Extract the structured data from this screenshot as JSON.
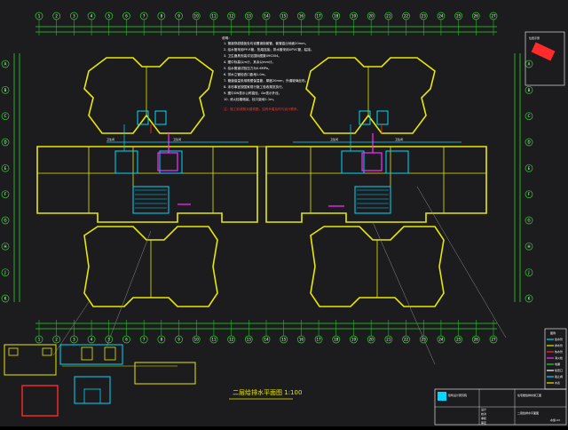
{
  "drawing": {
    "title": "二层给排水平面图 1:100",
    "colors": {
      "background": "#1c1c1e",
      "wall": "#e8e800",
      "axis": "#29d629",
      "pipe_cyan": "#00d8ff",
      "pipe_magenta": "#ff2bff",
      "pipe_red": "#ff2a2a",
      "text": "#ffffff"
    },
    "axis_top": [
      "1",
      "2",
      "3",
      "4",
      "5",
      "6",
      "7",
      "8",
      "9",
      "10",
      "11",
      "12",
      "13",
      "14",
      "15",
      "16",
      "17",
      "18",
      "19",
      "20",
      "21",
      "22",
      "23",
      "24",
      "25",
      "26",
      "27"
    ],
    "axis_bottom": [
      "1",
      "2",
      "3",
      "4",
      "5",
      "6",
      "7",
      "8",
      "9",
      "10",
      "11",
      "12",
      "13",
      "14",
      "15",
      "16",
      "17",
      "18",
      "19",
      "20",
      "21",
      "22",
      "23",
      "24",
      "25",
      "26",
      "27"
    ],
    "axis_left": [
      "A",
      "B",
      "C",
      "D",
      "E",
      "F",
      "G",
      "H",
      "J",
      "K"
    ],
    "axis_right": [
      "A",
      "B",
      "C",
      "D",
      "E",
      "F",
      "G",
      "H",
      "J",
      "K"
    ],
    "notes": {
      "heading": "说明：",
      "lines": [
        "1. 管道穿越楼板处均设置钢制套管，套管高出地面20mm。",
        "2. 给水管采用PP-R管，热熔连接；排水管采用UPVC管，粘接。",
        "3. 卫生器具安装详见国标图集09S304。",
        "4. 图中标高以m计，其余以mm计。",
        "5. 给水管道试验压力为0.6MPa。",
        "6. 排水立管检查口距地1.0m。",
        "7. 管道保温采用橡塑保温管，厚度20mm，外缠玻璃丝布。",
        "8. 未尽事宜按国家现行施工验收规范执行。",
        "9. 图中DN表示公称直径，De表示外径。",
        "10. 消火栓箱暗装，栓口距地1.1m。"
      ],
      "red_line": "注：施工前请核对建筑图，如有矛盾及时与设计联系。"
    },
    "unit_labels": [
      "卫生间",
      "卫生间",
      "卫生间",
      "卫生间"
    ],
    "legend": {
      "title": "图例",
      "items": [
        "给水管",
        "排水管",
        "热水管",
        "消火栓",
        "地漏",
        "检查口",
        "截止阀",
        "水表"
      ]
    },
    "title_block": {
      "company": "建筑设计研究院",
      "project": "住宅楼给排水施工图",
      "drawing_name": "二层给排水平面图",
      "sheet": "水施-03",
      "rows": [
        "设计",
        "校对",
        "审核",
        "审定"
      ]
    },
    "key_plan_label": "位置示意"
  }
}
